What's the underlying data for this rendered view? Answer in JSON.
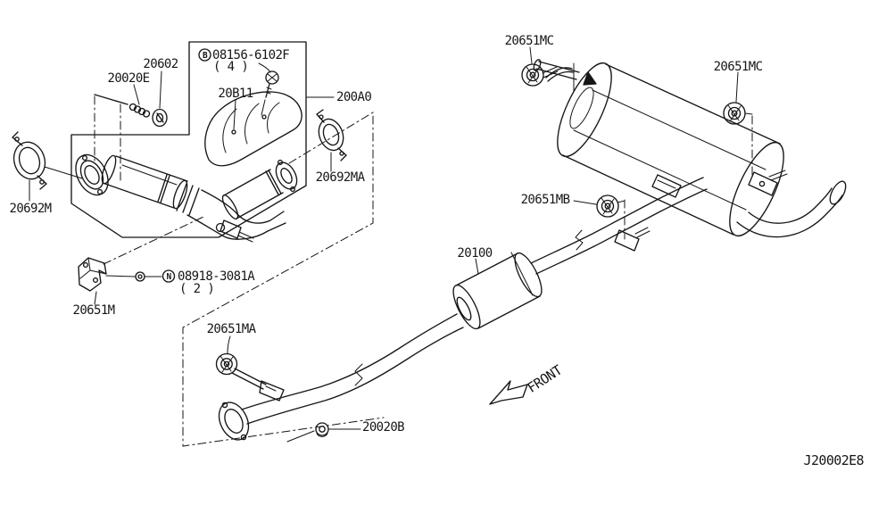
{
  "diagram": {
    "code": "J20002E8",
    "front": "FRONT",
    "colors": {
      "line": "#161616",
      "background": "#ffffff"
    },
    "labels": {
      "p20602": "20602",
      "p20020E": "20020E",
      "b_prefix": "B",
      "b_number": "08156-6102F",
      "b_qty": "( 4 )",
      "p20B11": "20B11",
      "p200A0": "200A0",
      "p20692MA": "20692MA",
      "p20692M": "20692M",
      "p20651M": "20651M",
      "n_prefix": "N",
      "n_number": "08918-3081A",
      "n_qty": "( 2 )",
      "p20100": "20100",
      "p20651MC": "20651MC",
      "p20651MB": "20651MB",
      "p20651MA": "20651MA",
      "p20020B": "20020B"
    }
  }
}
